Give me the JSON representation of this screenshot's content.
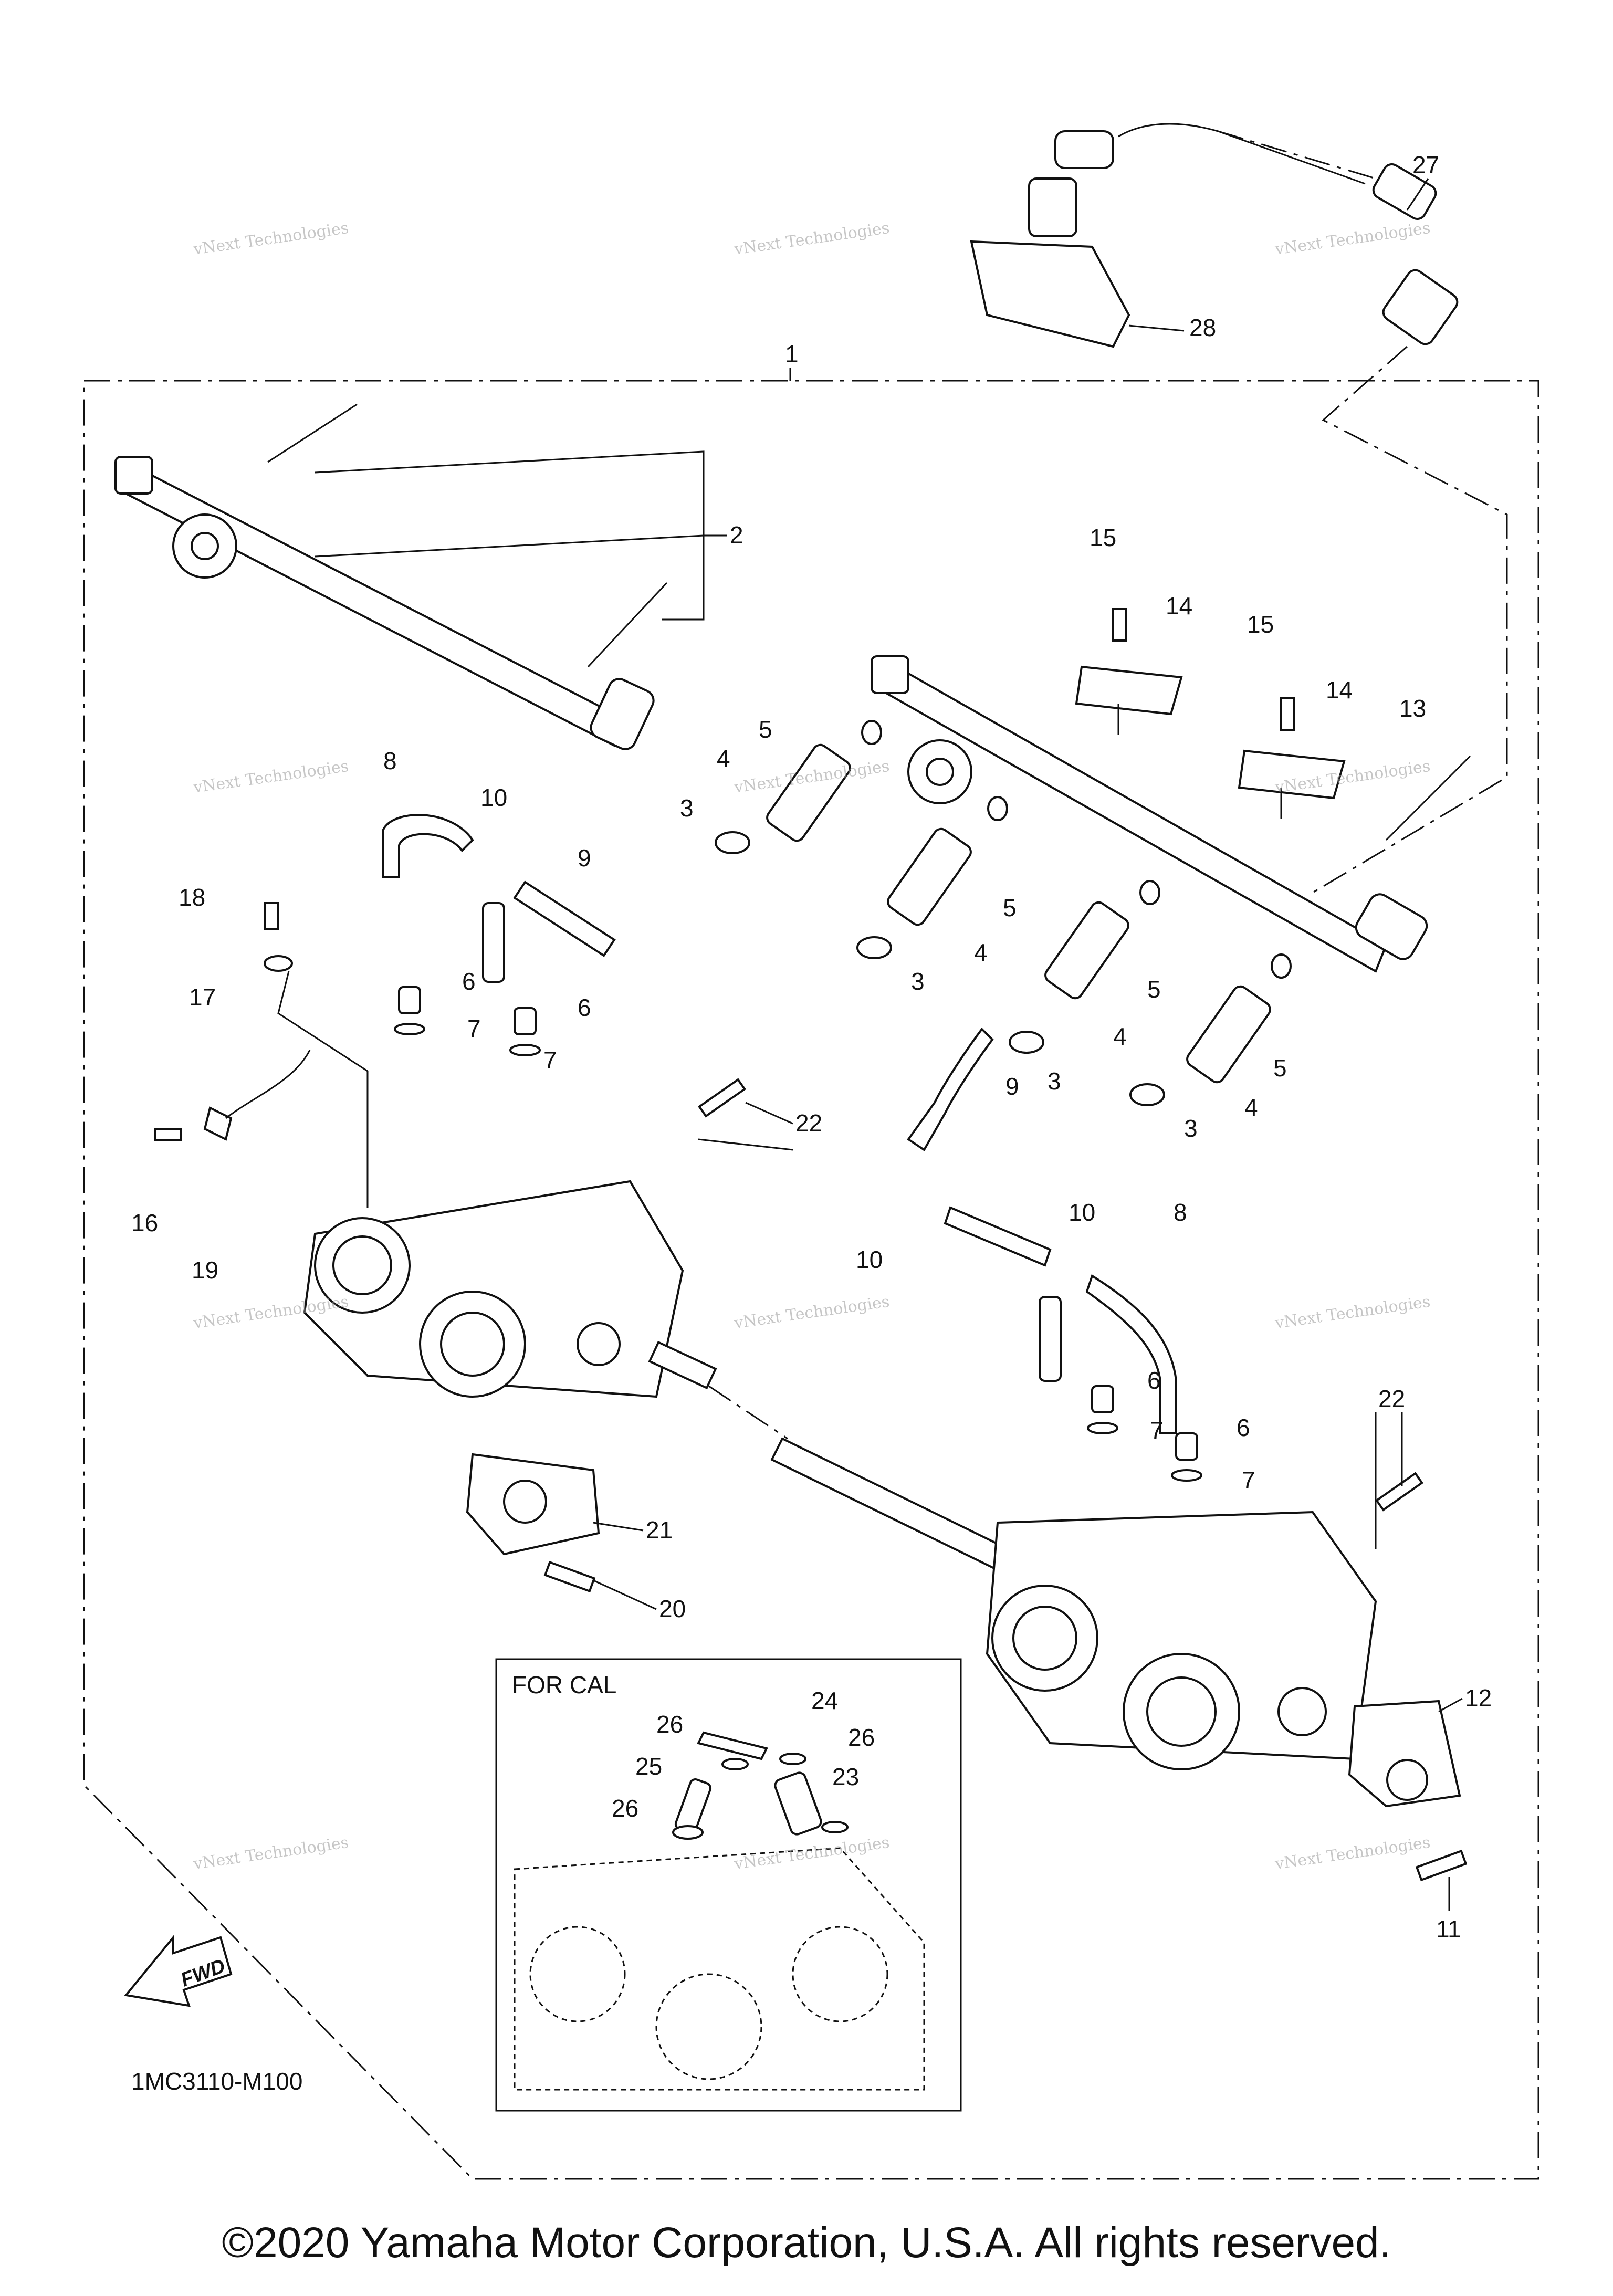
{
  "diagram": {
    "callouts": [
      "1",
      "2",
      "3",
      "3",
      "3",
      "3",
      "4",
      "4",
      "4",
      "4",
      "5",
      "5",
      "5",
      "5",
      "6",
      "6",
      "6",
      "6",
      "7",
      "7",
      "7",
      "7",
      "8",
      "8",
      "9",
      "9",
      "10",
      "10",
      "10",
      "11",
      "12",
      "13",
      "14",
      "14",
      "15",
      "15",
      "16",
      "17",
      "18",
      "19",
      "20",
      "21",
      "22",
      "22",
      "23",
      "24",
      "25",
      "26",
      "26",
      "26",
      "27",
      "28"
    ],
    "inset_title": "FOR CAL",
    "fwd_label": "FWD",
    "drawing_code": "1MC3110-M100",
    "watermark_line1": "vNext Technologies",
    "watermark_line2": "Technologies"
  },
  "footer": {
    "copyright": "©2020 Yamaha Motor Corporation, U.S.A. All rights reserved."
  }
}
